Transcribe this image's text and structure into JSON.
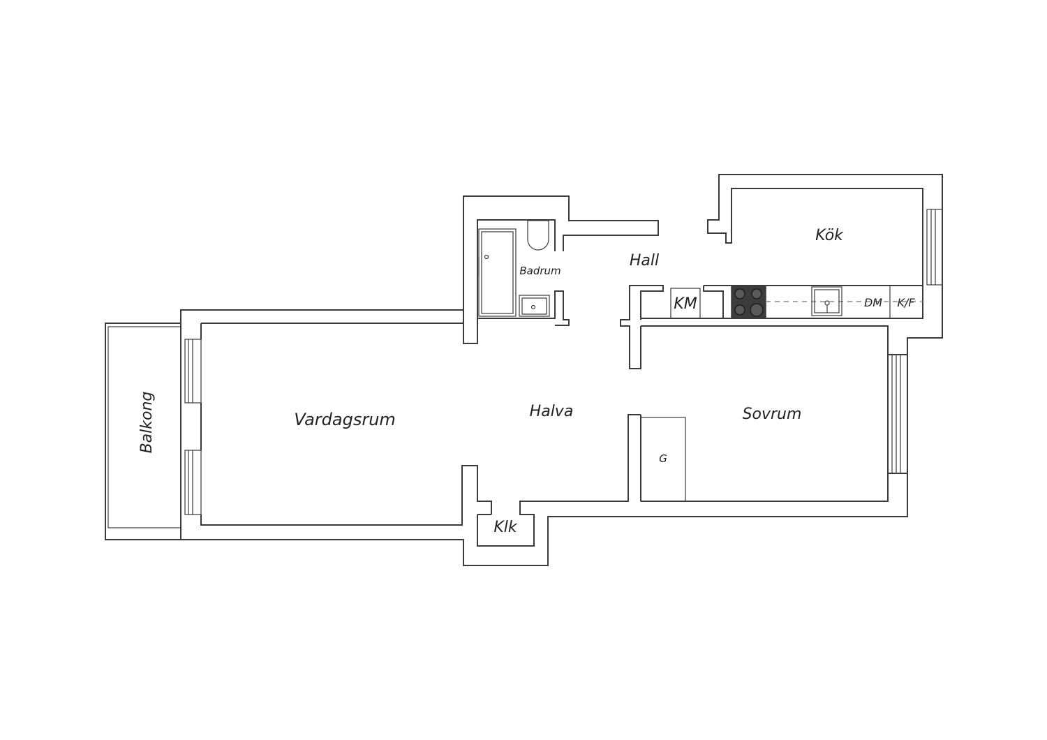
{
  "floorplan": {
    "rooms": {
      "kok": "Kök",
      "hall": "Hall",
      "badrum": "Badrum",
      "vardagsrum": "Vardagsrum",
      "halva": "Halva",
      "sovrum": "Sovrum",
      "balkong": "Balkong",
      "klk": "Klk"
    },
    "fixtures": {
      "km": "KM",
      "dm": "DM",
      "kf": "K/F",
      "g": "G"
    },
    "colors": {
      "wall_stroke": "#3a3a3a",
      "background": "#ffffff",
      "stove": "#3c3c3c"
    }
  }
}
